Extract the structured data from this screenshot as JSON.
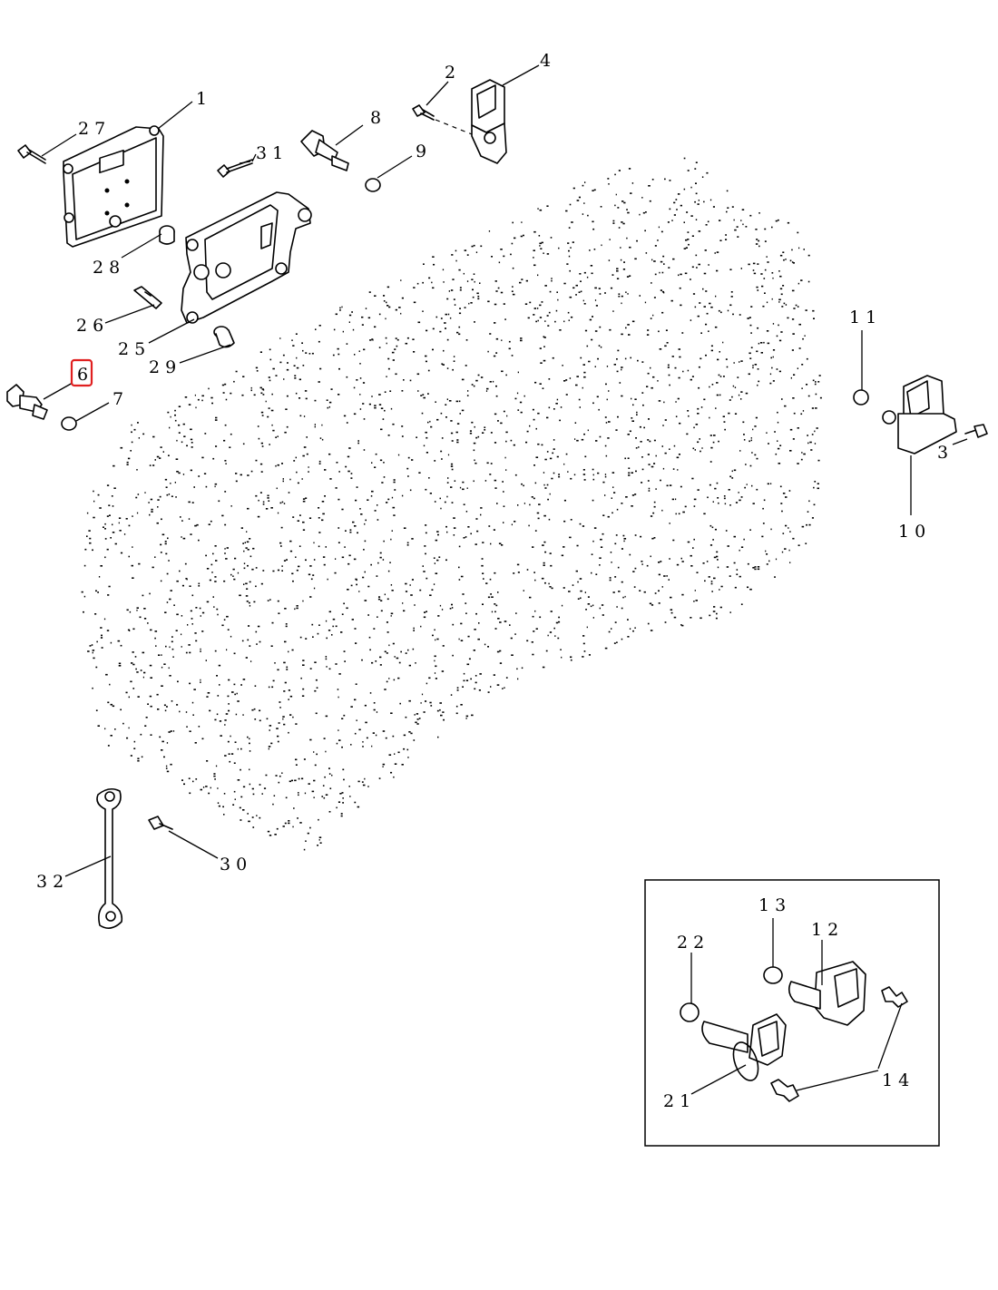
{
  "diagram": {
    "callouts": {
      "c1": "1",
      "c2": "2",
      "c3": "3",
      "c4": "4",
      "c6": "6",
      "c7": "7",
      "c8": "8",
      "c9": "9",
      "c10": "10",
      "c11": "11",
      "c12": "12",
      "c13": "13",
      "c14": "14",
      "c21": "21",
      "c22": "22",
      "c25": "25",
      "c26": "26",
      "c27": "27",
      "c28": "28",
      "c29": "29",
      "c30": "30",
      "c31": "31",
      "c32": "32"
    },
    "highlighted_callout": "6",
    "colors": {
      "line": "#000000",
      "highlight": "#e02020",
      "background": "#ffffff"
    }
  }
}
